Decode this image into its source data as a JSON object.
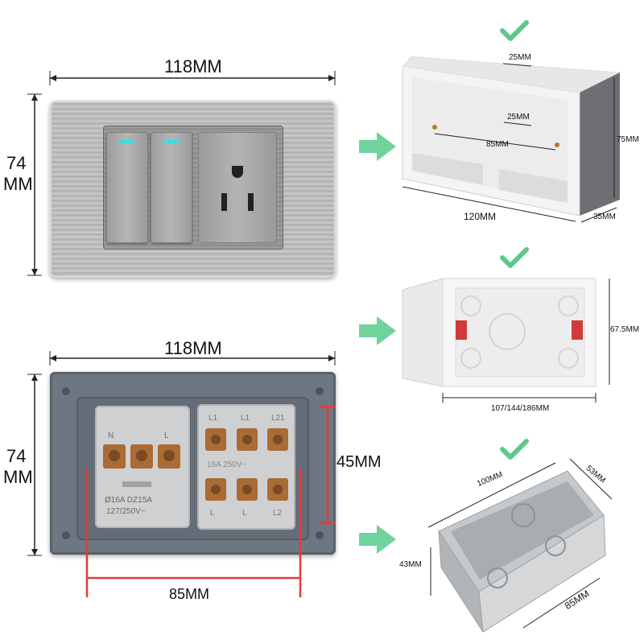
{
  "top_plate": {
    "width_label": "118MM",
    "height_label_line1": "74",
    "height_label_line2": "MM"
  },
  "bottom_plate": {
    "width_label": "118MM",
    "height_label_line1": "74",
    "height_label_line2": "MM",
    "inner_height_label": "45MM",
    "inner_width_label": "85MM",
    "module_text": {
      "t_n": "N",
      "t_l": "L",
      "rating_line1": "Ø16A  DZ15A",
      "rating_line2": "127/250V~",
      "r_top": [
        "L1",
        "L1",
        "L21"
      ],
      "r_mid": "16A 250V~",
      "r_bot": [
        "L",
        "L",
        "L2"
      ]
    }
  },
  "box_plastic_surface": {
    "top_label": "25MM",
    "inner_label": "25MM",
    "hole_span_label": "85MM",
    "height_label": "75MM",
    "width_label": "120MM",
    "depth_label": "35MM"
  },
  "box_plastic_flush": {
    "height_label": "67.5MM",
    "width_label": "107/144/186MM"
  },
  "box_metal": {
    "width_label": "100MM",
    "depth_label": "53MM",
    "height_label": "43MM",
    "length_label": "85MM"
  },
  "colors": {
    "check": "#5cc98a",
    "arrow": "#6fd39b",
    "dim_red": "#e23b3b",
    "switch_led": "#34e0e6"
  },
  "icons": [
    "check-icon",
    "arrow-right-icon"
  ]
}
